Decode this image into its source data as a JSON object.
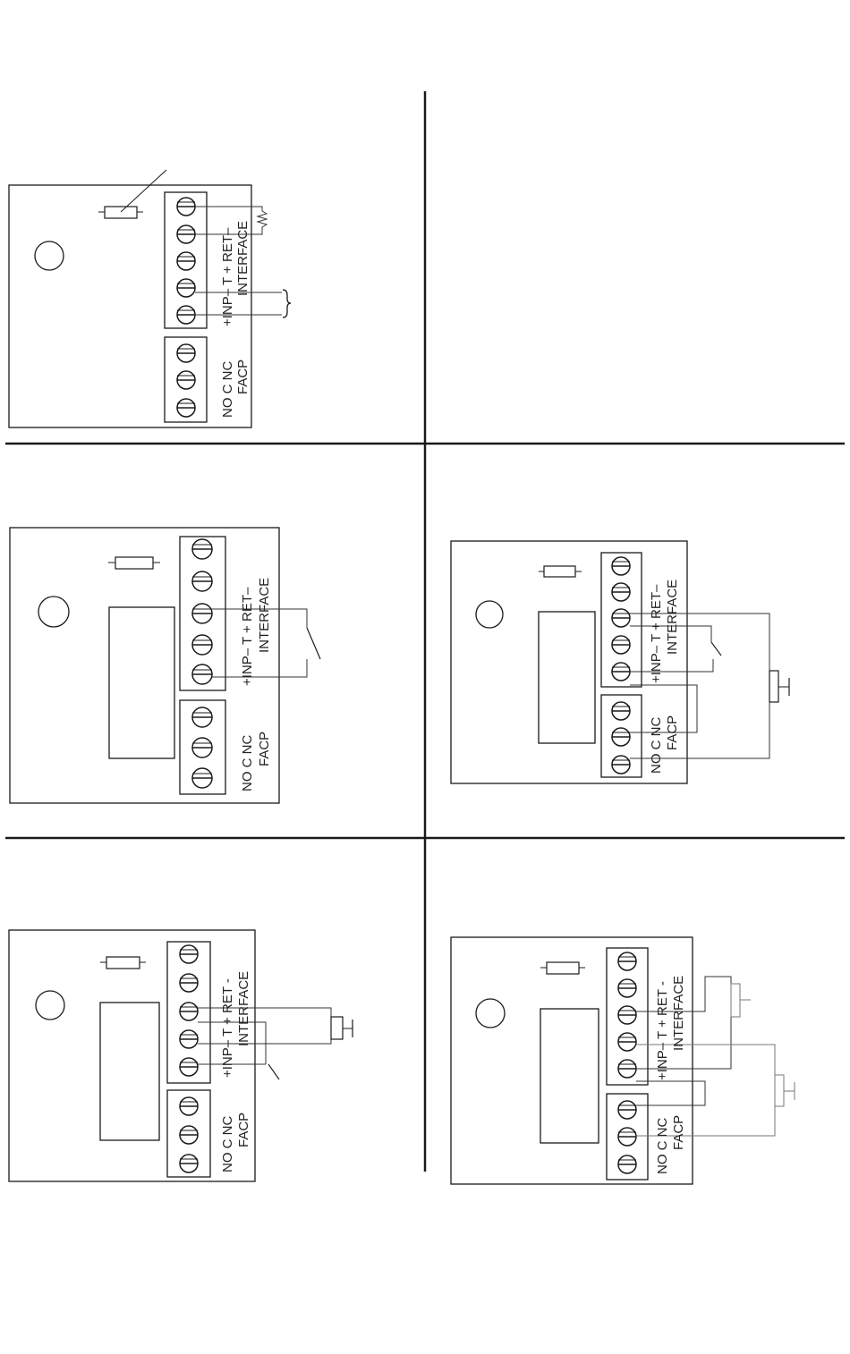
{
  "colors": {
    "ink": "#1a1a1a",
    "wire": "#333333",
    "wire_light": "#777777",
    "background": "#ffffff"
  },
  "modules": [
    {
      "id": "A",
      "labels": {
        "facp_terminals": "NO  C  NC",
        "facp": "FACP",
        "interface_terminals": "+INP–  T  + RET–",
        "interface": "INTERFACE"
      }
    },
    {
      "id": "B",
      "labels": {
        "facp_terminals": "NO  C  NC",
        "facp": "FACP",
        "interface_terminals": "+INP–  T  + RET–",
        "interface": "INTERFACE"
      }
    },
    {
      "id": "C",
      "labels": {
        "facp_terminals": "NO  C  NC",
        "facp": "FACP",
        "interface_terminals": "+INP–  T  + RET–",
        "interface": "INTERFACE"
      }
    },
    {
      "id": "D",
      "labels": {
        "facp_terminals": "NO  C  NC",
        "facp": "FACP",
        "interface_terminals": "+INP–  T  + RET -",
        "interface": "INTERFACE"
      }
    },
    {
      "id": "E",
      "labels": {
        "facp_terminals": "NO  C  NC",
        "facp": "FACP",
        "interface_terminals": "+INP–  T  + RET -",
        "interface": "INTERFACE"
      }
    }
  ]
}
